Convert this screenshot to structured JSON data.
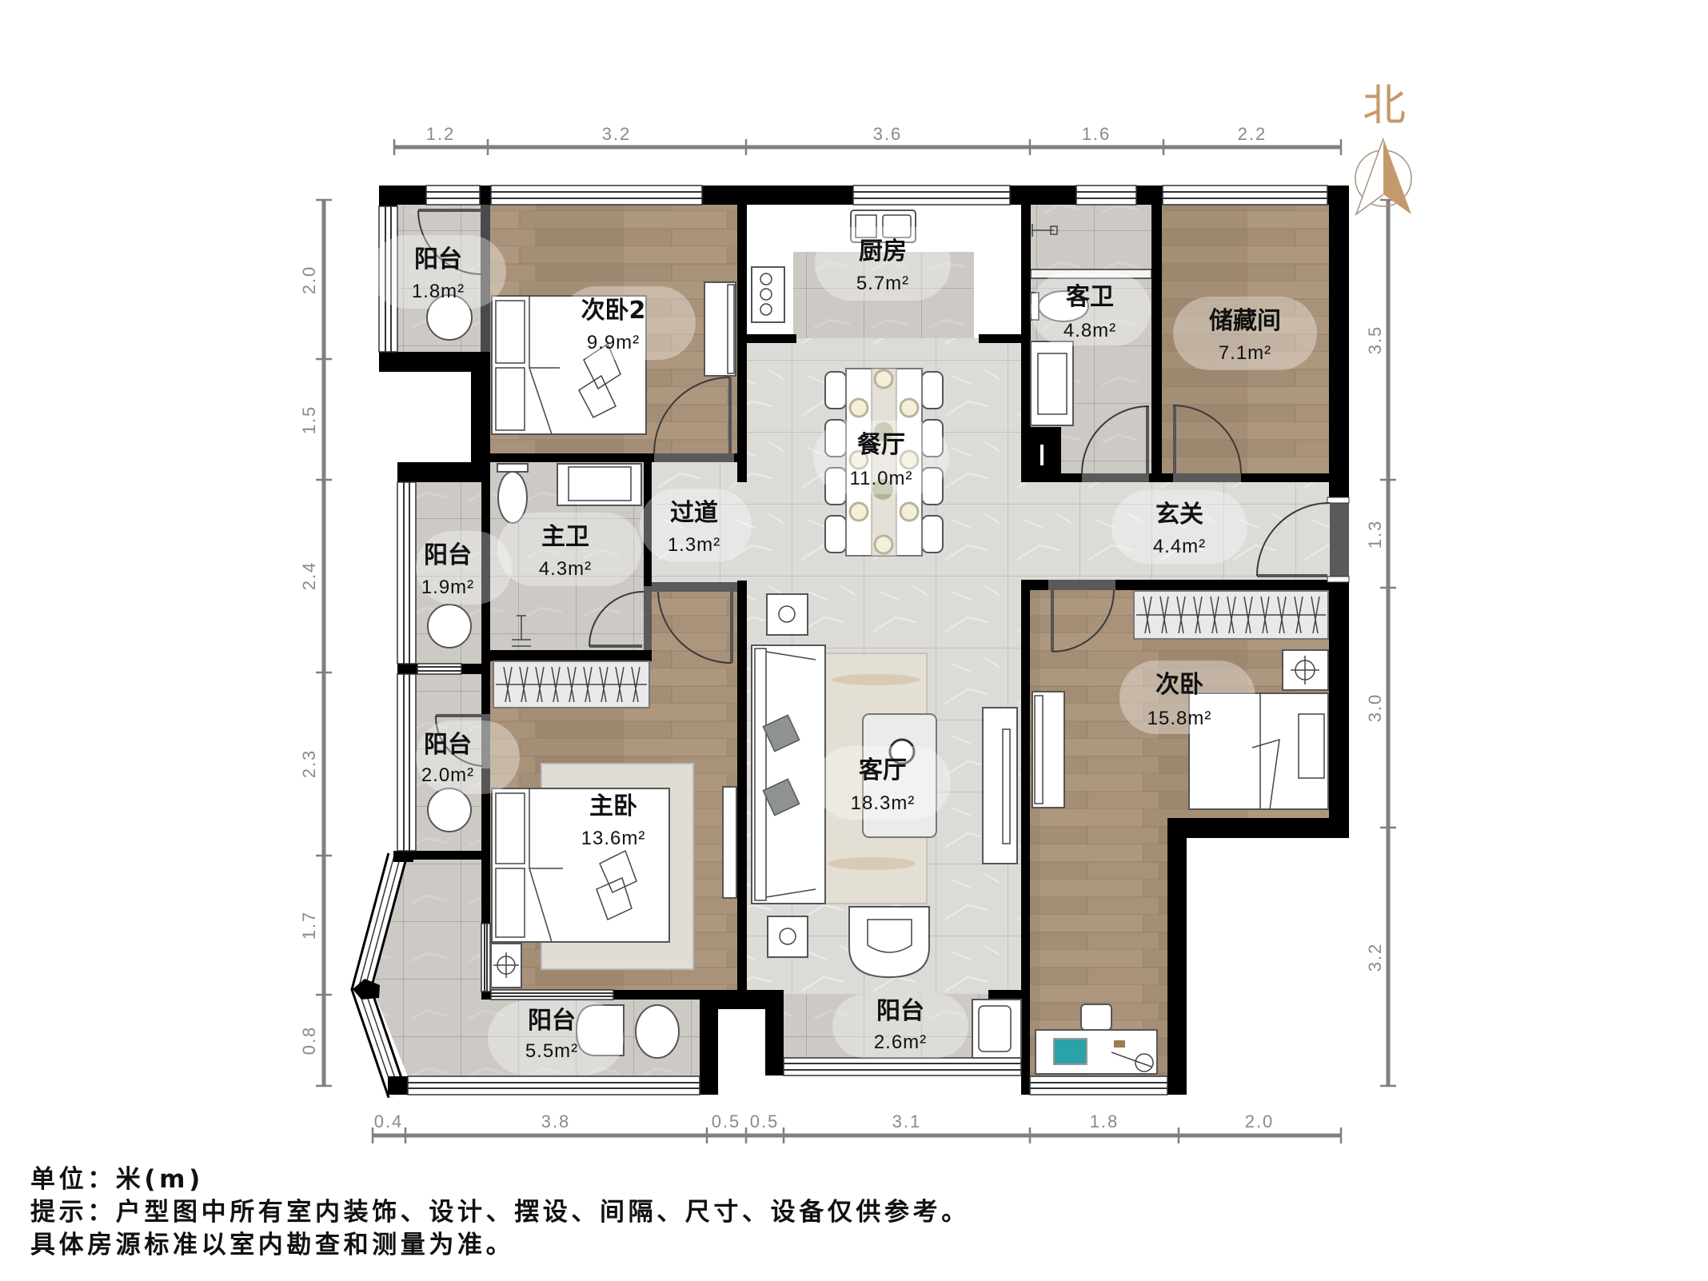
{
  "compass": {
    "north_label": "北"
  },
  "dimensions": {
    "unit": "m",
    "top": [
      "1.2",
      "3.2",
      "3.6",
      "1.6",
      "2.2"
    ],
    "bottom": [
      "0.4",
      "3.8",
      "0.5",
      "0.5",
      "3.1",
      "1.8",
      "2.0"
    ],
    "left": [
      "2.0",
      "1.5",
      "2.4",
      "2.3",
      "1.7",
      "0.8"
    ],
    "right": [
      "3.5",
      "1.3",
      "3.0",
      "3.2"
    ]
  },
  "rooms": [
    {
      "name": "阳台",
      "area": "1.8m²"
    },
    {
      "name": "次卧2",
      "area": "9.9m²"
    },
    {
      "name": "厨房",
      "area": "5.7m²"
    },
    {
      "name": "客卫",
      "area": "4.8m²"
    },
    {
      "name": "储藏间",
      "area": "7.1m²"
    },
    {
      "name": "餐厅",
      "area": "11.0m²"
    },
    {
      "name": "过道",
      "area": "1.3m²"
    },
    {
      "name": "玄关",
      "area": "4.4m²"
    },
    {
      "name": "主卫",
      "area": "4.3m²"
    },
    {
      "name": "阳台",
      "area": "1.9m²"
    },
    {
      "name": "阳台",
      "area": "2.0m²"
    },
    {
      "name": "主卧",
      "area": "13.6m²"
    },
    {
      "name": "客厅",
      "area": "18.3m²"
    },
    {
      "name": "次卧",
      "area": "15.8m²"
    },
    {
      "name": "阳台",
      "area": "5.5m²"
    },
    {
      "name": "阳台",
      "area": "2.6m²"
    }
  ],
  "footer": {
    "unit": "单位：米(m)",
    "notice": "提示：户型图中所有室内装饰、设计、摆设、间隔、尺寸、设备仅供参考。",
    "disclaimer": "具体房源标准以室内勘查和测量为准。"
  },
  "colors": {
    "wall": "#000000",
    "wood_floor": "#a58e76",
    "tile_floor": "#cdcac5",
    "marble_floor": "#dcdbd8",
    "compass": "#c49a6c",
    "dimension": "#808080"
  }
}
